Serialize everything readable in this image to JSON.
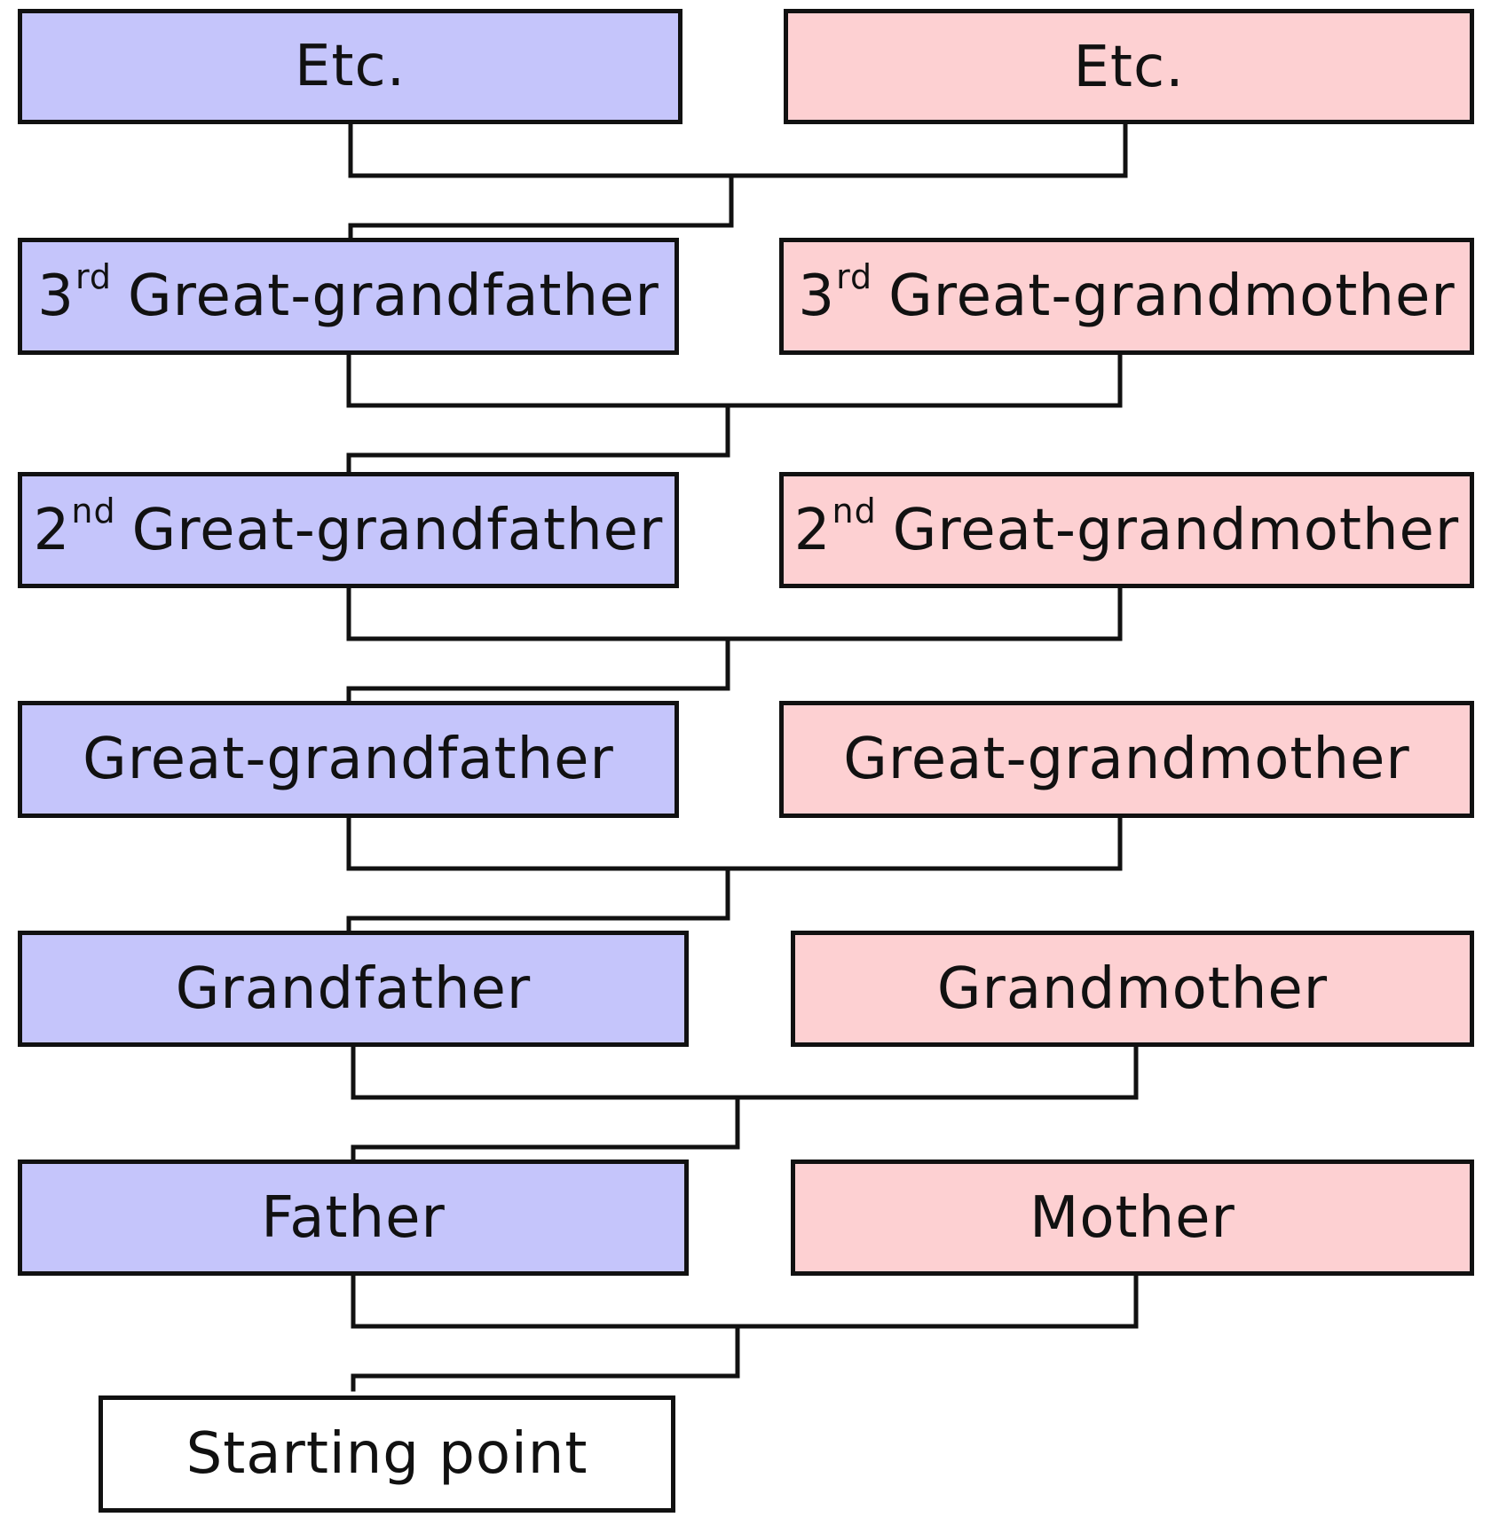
{
  "colors": {
    "male": "#c5c5fb",
    "female": "#fdd0d2",
    "start": "#ffffff"
  },
  "generations": [
    {
      "male": {
        "ordinal": "",
        "sup": "",
        "label": "Etc."
      },
      "female": {
        "ordinal": "",
        "sup": "",
        "label": "Etc."
      }
    },
    {
      "male": {
        "ordinal": "3",
        "sup": "rd",
        "label": "Great-grandfather"
      },
      "female": {
        "ordinal": "3",
        "sup": "rd",
        "label": "Great-grandmother"
      }
    },
    {
      "male": {
        "ordinal": "2",
        "sup": "nd",
        "label": "Great-grandfather"
      },
      "female": {
        "ordinal": "2",
        "sup": "nd",
        "label": "Great-grandmother"
      }
    },
    {
      "male": {
        "ordinal": "",
        "sup": "",
        "label": "Great-grandfather"
      },
      "female": {
        "ordinal": "",
        "sup": "",
        "label": "Great-grandmother"
      }
    },
    {
      "male": {
        "ordinal": "",
        "sup": "",
        "label": "Grandfather"
      },
      "female": {
        "ordinal": "",
        "sup": "",
        "label": "Grandmother"
      }
    },
    {
      "male": {
        "ordinal": "",
        "sup": "",
        "label": "Father"
      },
      "female": {
        "ordinal": "",
        "sup": "",
        "label": "Mother"
      }
    }
  ],
  "start": {
    "label": "Starting point"
  }
}
